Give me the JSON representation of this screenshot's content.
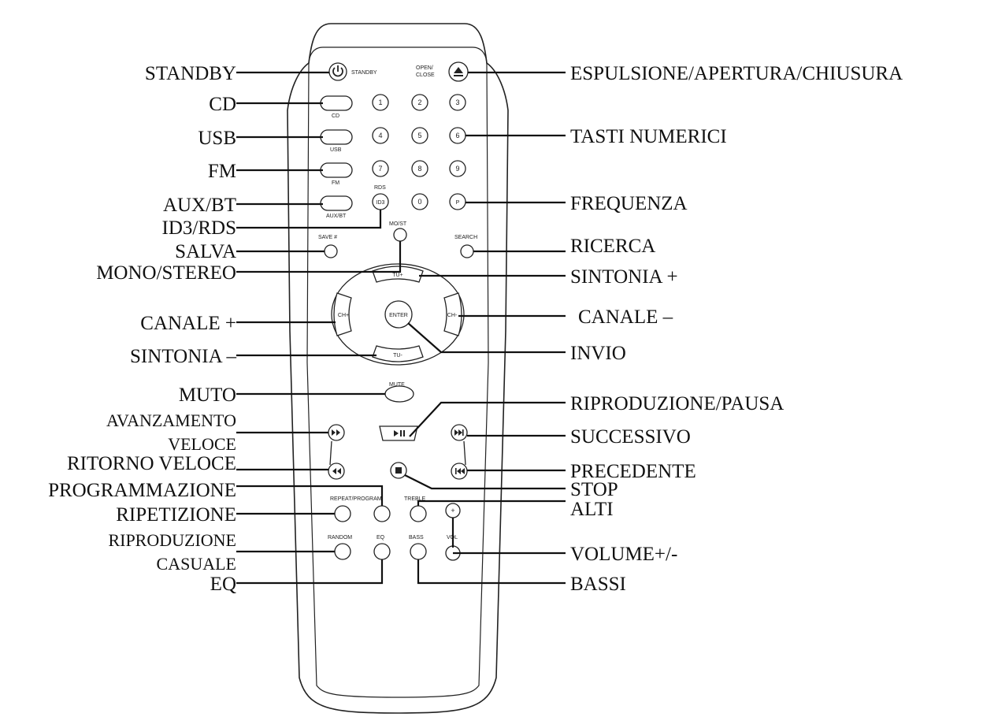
{
  "callouts": {
    "left": {
      "standby": "STANDBY",
      "cd": "CD",
      "usb": "USB",
      "fm": "FM",
      "aux_bt": "AUX/BT",
      "id3_rds": "ID3/RDS",
      "salva": "SALVA",
      "mono_stereo": "MONO/STEREO",
      "canale_plus": "CANALE +",
      "sintonia_minus": "SINTONIA –",
      "muto": "MUTO",
      "avanzamento_veloce_1": "AVANZAMENTO",
      "avanzamento_veloce_2": "VELOCE",
      "ritorno_veloce": "RITORNO VELOCE",
      "programmazione": "PROGRAMMAZIONE",
      "ripetizione": "RIPETIZIONE",
      "riproduzione_casuale_1": "RIPRODUZIONE",
      "riproduzione_casuale_2": "CASUALE",
      "eq": "EQ"
    },
    "right": {
      "espulsione": "ESPULSIONE/APERTURA/CHIUSURA",
      "tasti_numerici": "TASTI NUMERICI",
      "frequenza": "FREQUENZA",
      "ricerca": "RICERCA",
      "sintonia_plus": "SINTONIA +",
      "canale_minus": "CANALE –",
      "invio": "INVIO",
      "riproduzione_pausa": "RIPRODUZIONE/PAUSA",
      "successivo": "SUCCESSIVO",
      "precedente": "PRECEDENTE",
      "stop": "STOP",
      "alti": "ALTI",
      "volume": "VOLUME+/-",
      "bassi": "BASSI"
    }
  },
  "remote_labels": {
    "standby": "STANDBY",
    "open_close_1": "OPEN/",
    "open_close_2": "CLOSE",
    "cd": "CD",
    "usb": "USB",
    "fm": "FM",
    "aux_bt": "AUX/BT",
    "rds": "RDS",
    "id3": "ID3",
    "p": "P",
    "mo_st": "MO/ST",
    "save": "SAVE #",
    "search": "SEARCH",
    "tu_up": "TU+",
    "tu_down": "TU-",
    "ch_left": "CH+",
    "ch_right": "CH-",
    "enter": "ENTER",
    "mute": "MUTE",
    "repeat_program": "REPEAT/PROGRAM",
    "treble": "TREBLE",
    "random": "RANDOM",
    "eq": "EQ",
    "bass": "BASS",
    "vol": "VOL",
    "plus": "+",
    "digits": [
      "1",
      "2",
      "3",
      "4",
      "5",
      "6",
      "7",
      "8",
      "9",
      "0"
    ]
  },
  "icons": [
    "power-icon",
    "eject-icon",
    "fast-forward-icon",
    "rewind-icon",
    "play-pause-icon",
    "next-icon",
    "previous-icon",
    "stop-icon"
  ]
}
